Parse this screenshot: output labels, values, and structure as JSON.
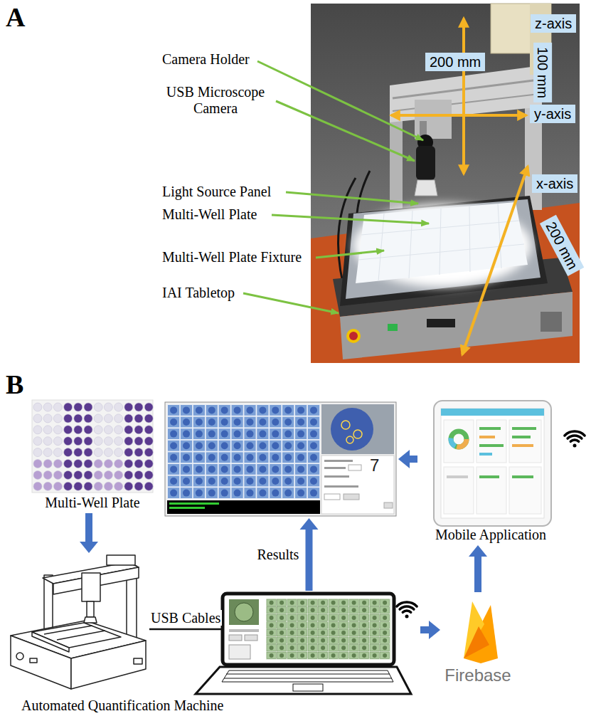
{
  "diagram": {
    "nodes": [
      {
        "text": [
          "z-axis"
        ]
      },
      {
        "text": [
          "100 mm"
        ]
      },
      {
        "text": [
          "200 mm"
        ]
      },
      {
        "text": [
          "y-axis"
        ]
      },
      {
        "text": [
          "x-axis"
        ]
      },
      {
        "text": [
          "200 mm"
        ]
      },
      {
        "text": [
          "Multi-Well Plate"
        ]
      },
      {
        "text": [
          "7"
        ]
      },
      {
        "text": [
          "Mobile Application"
        ]
      },
      {
        "text": [
          "Automated Quantification Machine"
        ]
      },
      {
        "text": []
      },
      {
        "text": [
          "Firebase"
        ]
      }
    ],
    "edges": [
      {
        "from": 6,
        "to": 9,
        "arrow": "to"
      },
      {
        "from": 9,
        "to": 10,
        "label": "USB Cables",
        "arrow": "none"
      },
      {
        "from": 10,
        "to": 7,
        "label": "Results",
        "arrow": "to"
      },
      {
        "from": 10,
        "to": 11,
        "arrow": "to"
      },
      {
        "from": 11,
        "to": 8,
        "arrow": "to"
      },
      {
        "from": 8,
        "to": 7,
        "arrow": "to"
      }
    ],
    "labels": [
      "A",
      "Camera Holder",
      "USB Microscope Camera",
      "Light Source Panel",
      "Multi-Well Plate",
      "Multi-Well Plate Fixture",
      "IAI Tabletop",
      "B"
    ]
  }
}
